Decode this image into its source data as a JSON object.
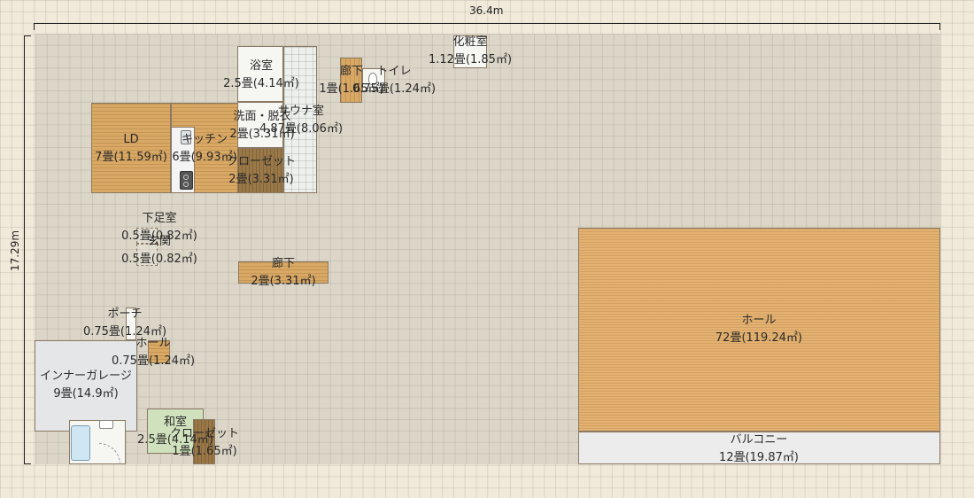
{
  "dimensions": {
    "width": "36.4m",
    "height": "17.29m"
  },
  "rooms": [
    {
      "id": "ld",
      "name": "LD",
      "area": "7畳(11.59㎡)"
    },
    {
      "id": "kitchen",
      "name": "キッチン",
      "area": "6畳(9.93㎡)"
    },
    {
      "id": "bath",
      "name": "浴室",
      "area": "2.5畳(4.14㎡)"
    },
    {
      "id": "washroom",
      "name": "洗面・脱衣",
      "area": "2畳(3.31㎡)"
    },
    {
      "id": "sauna",
      "name": "サウナ室",
      "area": "4.87畳(8.06㎡)"
    },
    {
      "id": "closet1",
      "name": "クローゼット",
      "area": "2畳(3.31㎡)"
    },
    {
      "id": "corridor1",
      "name": "廊下",
      "area": "1畳(1.65㎡)"
    },
    {
      "id": "toilet",
      "name": "トイレ",
      "area": "0.75畳(1.24㎡)"
    },
    {
      "id": "powder",
      "name": "化粧室",
      "area": "1.12畳(1.85㎡)"
    },
    {
      "id": "shoe",
      "name": "下足室",
      "area": "0.5畳(0.82㎡)"
    },
    {
      "id": "genkan",
      "name": "玄関",
      "area": "0.5畳(0.82㎡)"
    },
    {
      "id": "corridor2",
      "name": "廊下",
      "area": "2畳(3.31㎡)"
    },
    {
      "id": "porch",
      "name": "ポーチ",
      "area": "0.75畳(1.24㎡)"
    },
    {
      "id": "hall-small",
      "name": "ホール",
      "area": "0.75畳(1.24㎡)"
    },
    {
      "id": "garage",
      "name": "インナーガレージ",
      "area": "9畳(14.9㎡)"
    },
    {
      "id": "washitsu",
      "name": "和室",
      "area": "2.5畳(4.14㎡)"
    },
    {
      "id": "closet2",
      "name": "クローゼット",
      "area": "1畳(1.65㎡)"
    },
    {
      "id": "hall-large",
      "name": "ホール",
      "area": "72畳(119.24㎡)"
    },
    {
      "id": "balcony",
      "name": "バルコニー",
      "area": "12畳(19.87㎡)"
    }
  ]
}
